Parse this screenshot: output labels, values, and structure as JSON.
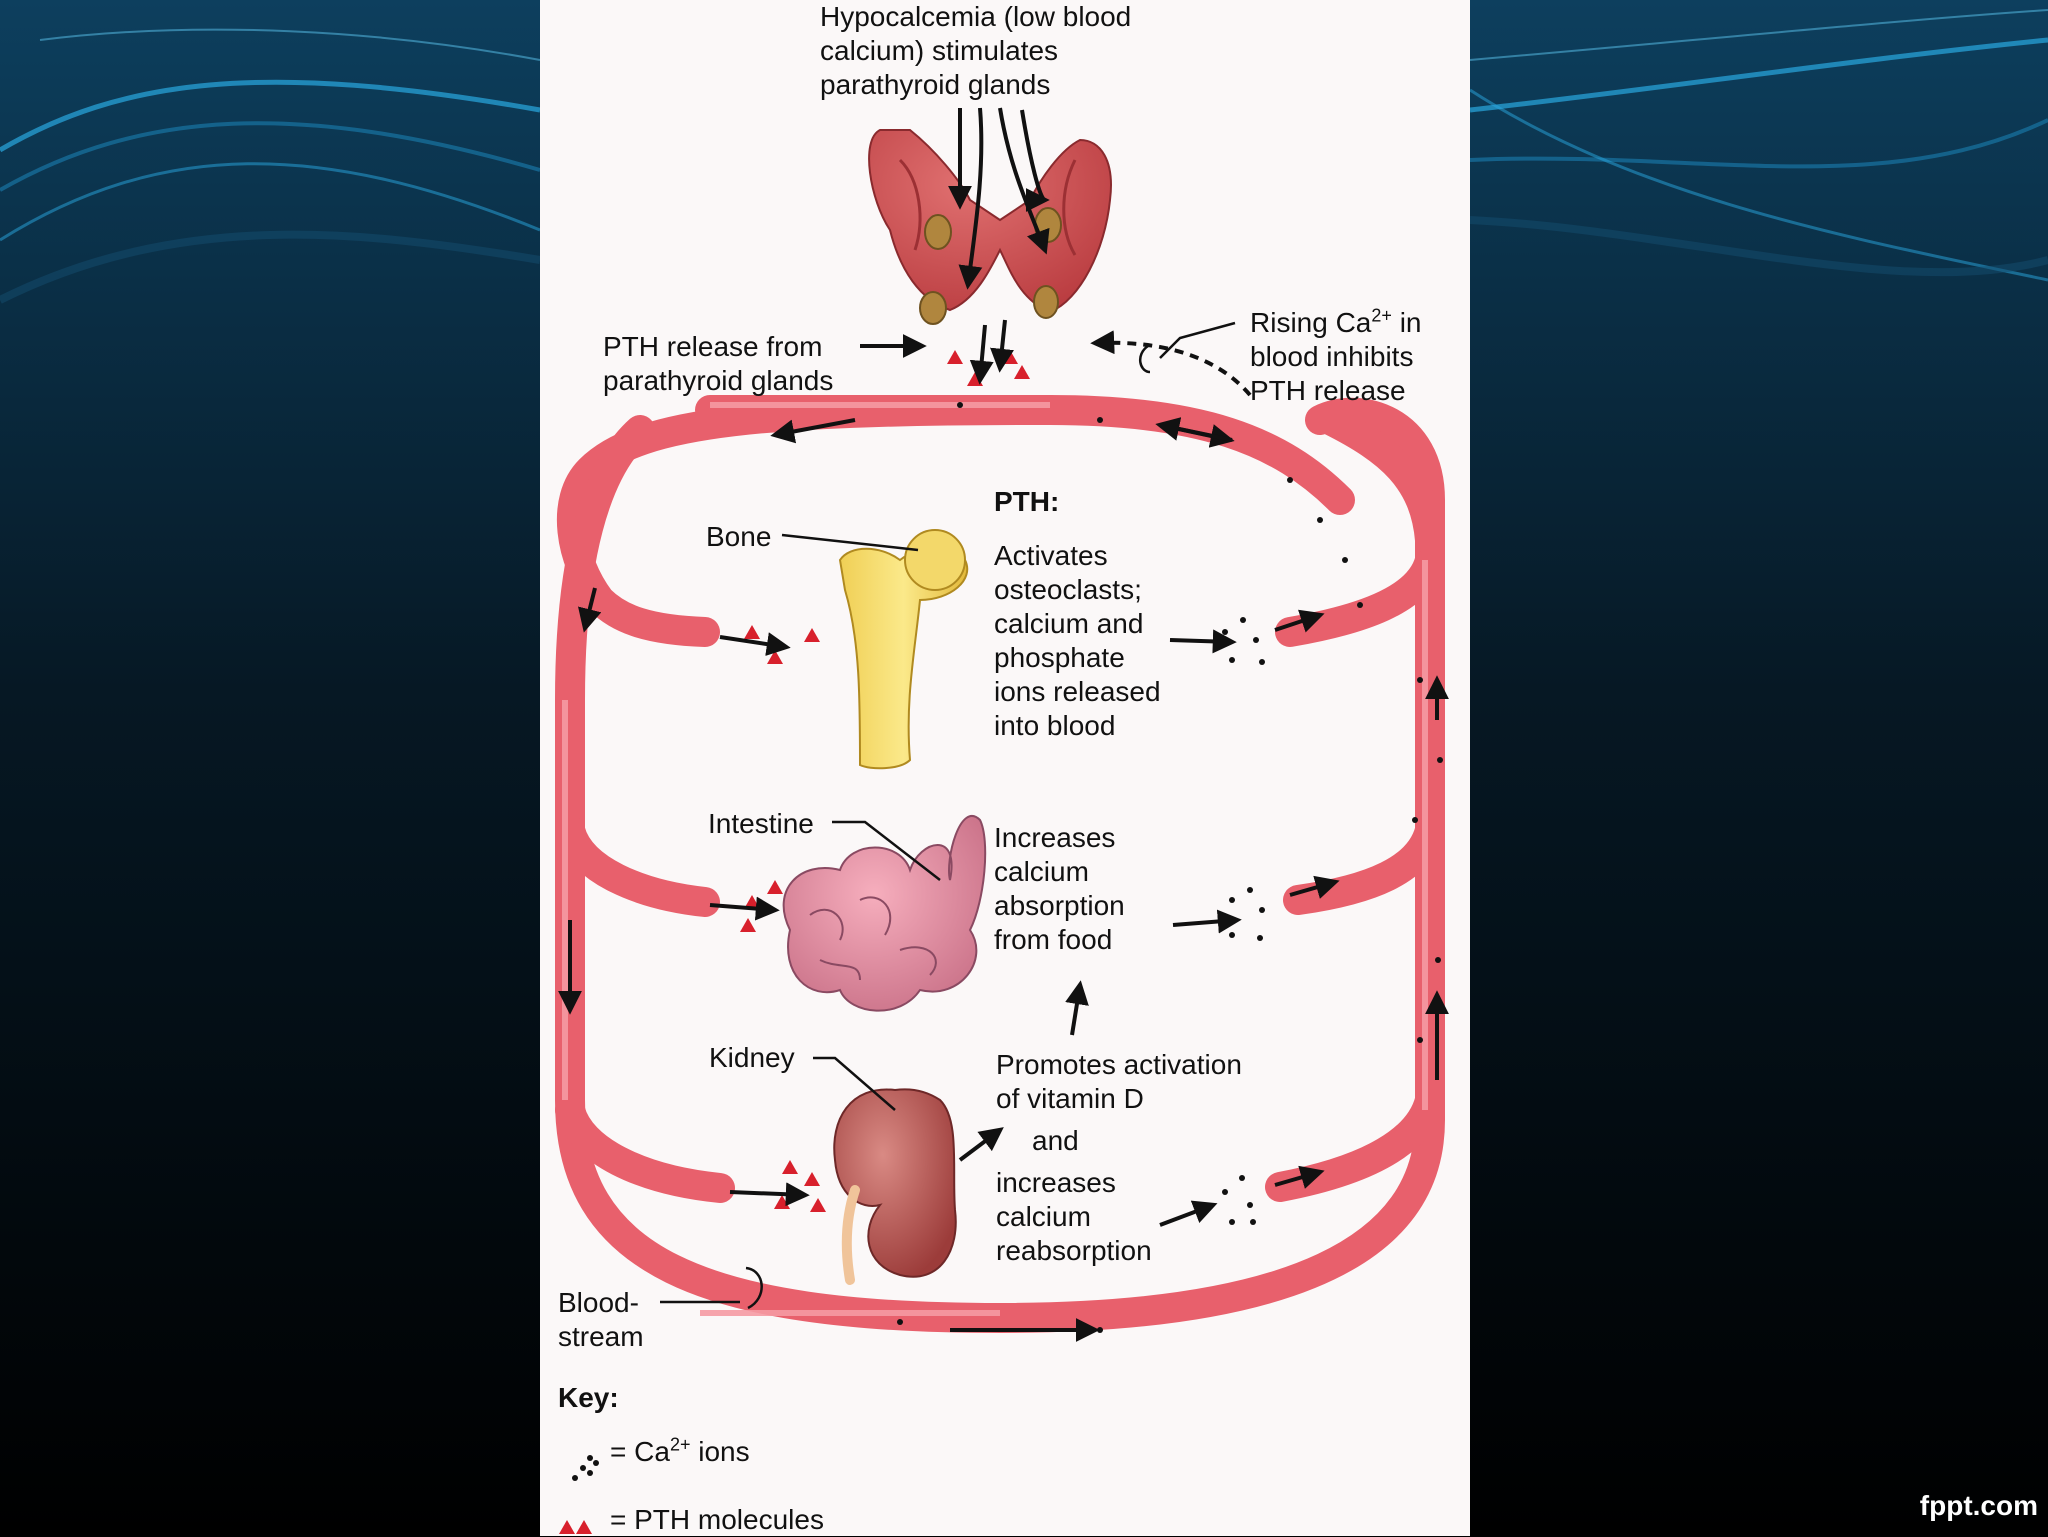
{
  "diagram": {
    "stimulus": [
      "Hypocalcemia (low blood",
      "calcium) stimulates",
      "parathyroid glands"
    ],
    "pth_release": [
      "PTH release from",
      "parathyroid glands"
    ],
    "feedback": {
      "line1_pre": "Rising Ca",
      "line1_sup": "2+",
      "line1_post": " in",
      "line2": "blood inhibits",
      "line3": "PTH release"
    },
    "pth_heading": "PTH:",
    "bone_label": "Bone",
    "bone_effect": [
      "Activates",
      "osteoclasts;",
      "calcium and",
      "phosphate",
      "ions released",
      "into blood"
    ],
    "intestine_label": "Intestine",
    "intestine_effect": [
      "Increases",
      "calcium",
      "absorption",
      "from food"
    ],
    "kidney_label": "Kidney",
    "kidney_effect_1": [
      "Promotes activation",
      "of vitamin D"
    ],
    "kidney_and": "and",
    "kidney_effect_2": [
      "increases",
      "calcium",
      "reabsorption"
    ],
    "bloodstream_label": [
      "Blood-",
      "stream"
    ],
    "key": {
      "title": "Key:",
      "ca_pre": "= Ca",
      "ca_sup": "2+",
      "ca_post": " ions",
      "pth": "= PTH molecules"
    }
  },
  "watermark": "fppt.com",
  "colors": {
    "vessel": "#e8606c",
    "vessel_dark": "#c8404c",
    "pth_marker": "#d8202c",
    "panel": "#fbf8f8",
    "background": "#000000",
    "accent_wave": "#1aa0d8"
  }
}
